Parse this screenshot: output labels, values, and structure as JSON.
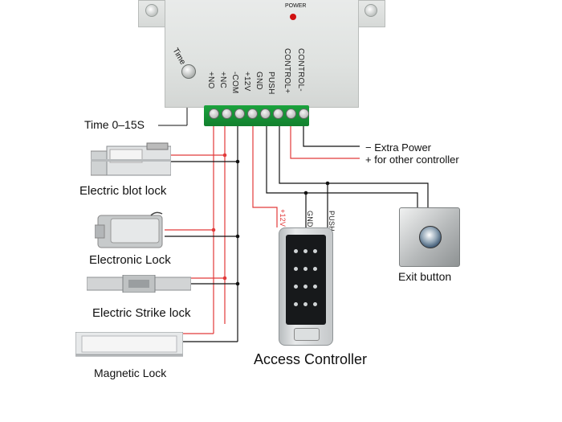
{
  "controller": {
    "power_label": "POWER",
    "time_label": "Time",
    "terminals": [
      "+NO",
      "+NC",
      "-COM",
      "+12V",
      "GND",
      "PUSH",
      "CONTROL+",
      "CONTROL-"
    ]
  },
  "annotations": {
    "time_range": "Time    0–15S",
    "extra_power_line1": "−  Extra Power",
    "extra_power_line2": "+    for other controller"
  },
  "devices": {
    "bolt_lock": "Electric blot lock",
    "electronic_lock": "Electronic Lock",
    "strike_lock": "Electric Strike lock",
    "magnetic_lock": "Magnetic Lock",
    "access_controller": "Access Controller",
    "exit_button": "Exit button"
  },
  "access_wires": [
    "+12V",
    "GND",
    "PUSH"
  ],
  "colors": {
    "wire_red": "#e23a3a",
    "wire_black": "#111111",
    "terminal_green": "#16963a",
    "led_red": "#d01010"
  }
}
